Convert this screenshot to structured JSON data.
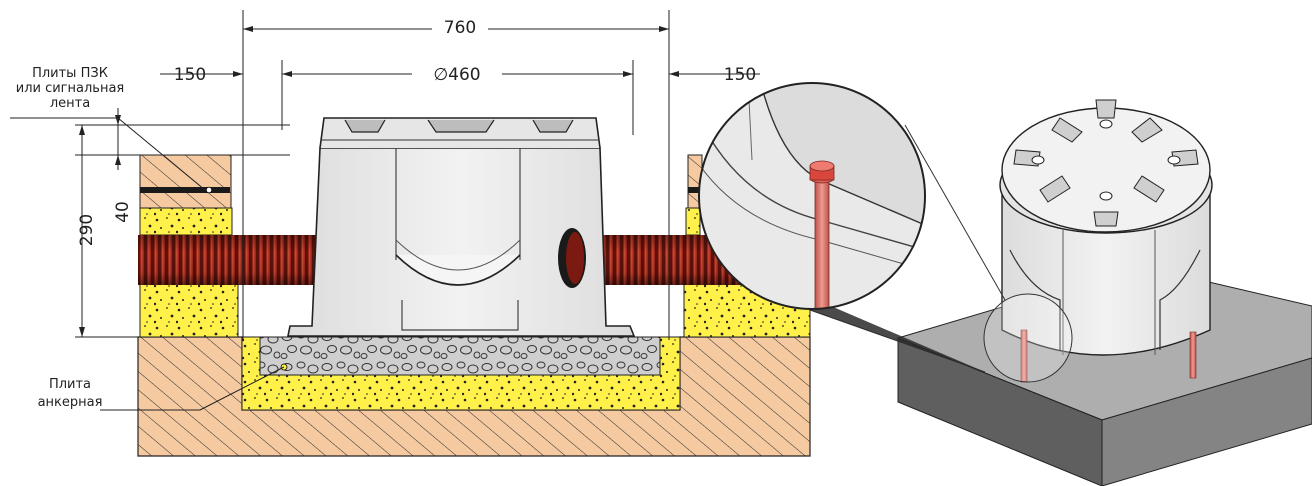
{
  "dimensions": {
    "total_width": "760",
    "diameter": "∅460",
    "left_margin": "150",
    "right_margin": "150",
    "depth": "290",
    "top_layer": "40"
  },
  "labels": {
    "signal_plate_line1": "Плиты ПЗК",
    "signal_plate_line2": "или сигнальная",
    "signal_plate_line3": "лента",
    "anchor_plate_line1": "Плита",
    "anchor_plate_line2": "анкерная"
  },
  "colors": {
    "soil": "#f6caa1",
    "sand": "#fff04a",
    "gravel": "#c8c8c8",
    "pipe": "#9b2417",
    "well_body": "#ececec",
    "slab": "#7b7b7b",
    "anchor_rod": "#d9726a"
  }
}
